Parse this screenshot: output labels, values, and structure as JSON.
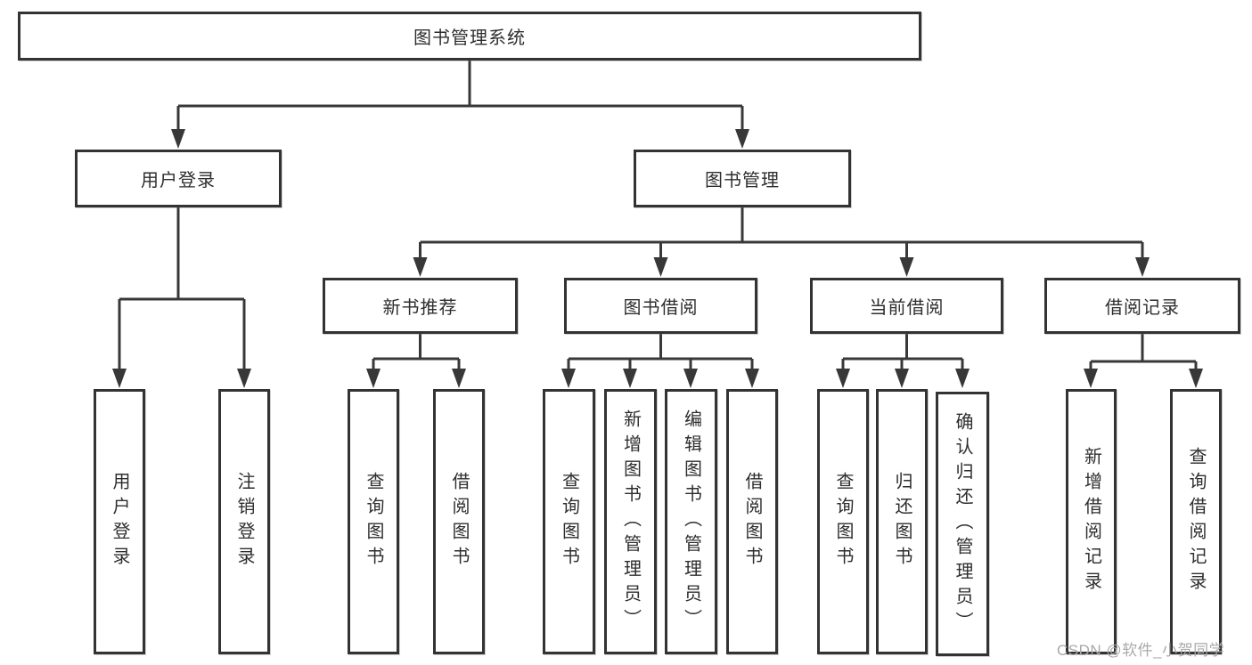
{
  "diagram": {
    "root": "图书管理系统",
    "level2": {
      "user": "用户登录",
      "books": "图书管理"
    },
    "level3": {
      "recommend": "新书推荐",
      "borrow": "图书借阅",
      "current": "当前借阅",
      "records": "借阅记录"
    },
    "leaves": {
      "user_login": "用户登录",
      "logout": "注销登录",
      "rec_query": "查询图书",
      "rec_borrow": "借阅图书",
      "bor_query": "查询图书",
      "bor_add": "新增图书（管理员）",
      "bor_edit": "编辑图书（管理员）",
      "bor_borrow": "借阅图书",
      "cur_query": "查询图书",
      "cur_return": "归还图书",
      "cur_confirm": "确认归还（管理员）",
      "log_add": "新增借阅记录",
      "log_query": "查询借阅记录"
    },
    "line_color": "#383838"
  },
  "watermark": "CSDN @软件_小贺同学"
}
